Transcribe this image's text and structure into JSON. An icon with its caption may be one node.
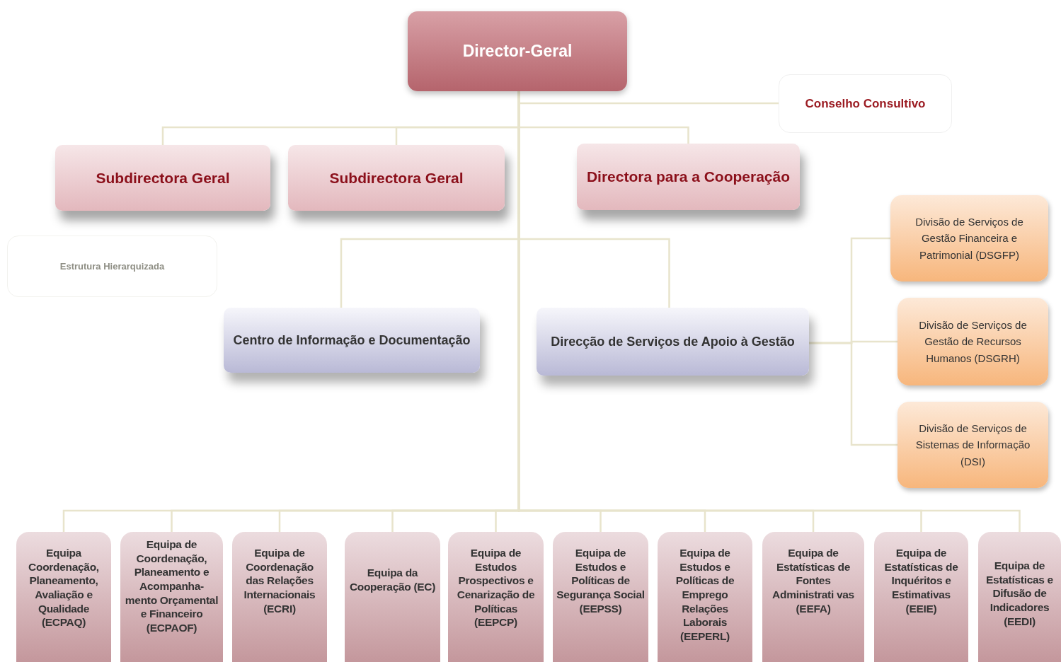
{
  "diagram": {
    "nodes": [
      {
        "text": [
          "Director-Geral"
        ]
      },
      {
        "text": [
          "Conselho Consultivo"
        ]
      },
      {
        "text": [
          "Subdirectora Geral"
        ]
      },
      {
        "text": [
          "Subdirectora Geral"
        ]
      },
      {
        "text": [
          "Directora para a Cooperação"
        ]
      },
      {
        "text": [
          "Estrutura Hierarquizada"
        ]
      },
      {
        "text": [
          "Centro de Informação e Documentação"
        ]
      },
      {
        "text": [
          "Direcção de Serviços de Apoio à Gestão"
        ]
      },
      {
        "text": [
          "Divisão de Serviços de Gestão Financeira e Patrimonial (DSGFP)"
        ]
      },
      {
        "text": [
          "Divisão de Serviços de Gestão de Recursos Humanos (DSGRH)"
        ]
      },
      {
        "text": [
          "Divisão de Serviços de Sistemas de Informação (DSI)"
        ]
      },
      {
        "text": [
          "Equipa Coordenação, Planeamento, Avaliação e Qualidade (ECPAQ)"
        ]
      },
      {
        "text": [
          "Equipa de Coordenação, Planeamento e Acompanha- mento Orçamental e Financeiro (ECPAOF)"
        ]
      },
      {
        "text": [
          "Equipa de Coordenação das Relações Internacionais (ECRI)"
        ]
      },
      {
        "text": [
          "Equipa da Cooperação (EC)"
        ]
      },
      {
        "text": [
          "Equipa de Estudos Prospectivos e Cenarização de Políticas (EEPCP)"
        ]
      },
      {
        "text": [
          "Equipa de Estudos e Políticas de Segurança Social (EEPSS)"
        ]
      },
      {
        "text": [
          "Equipa de Estudos e Políticas de Emprego Relações Laborais (EEPERL)"
        ]
      },
      {
        "text": [
          "Equipa de Estatísticas de Fontes Administrati vas (EEFA)"
        ]
      },
      {
        "text": [
          "Equipa de Estatísticas de Inquéritos e Estimativas (EEIE)"
        ]
      },
      {
        "text": [
          "Equipa de Estatísticas e Difusão de Indicadores (EEDI)"
        ]
      }
    ],
    "edges": [
      {
        "from": 0,
        "to": 1,
        "arrow": "none"
      },
      {
        "from": 0,
        "to": 2,
        "arrow": "none"
      },
      {
        "from": 0,
        "to": 3,
        "arrow": "none"
      },
      {
        "from": 0,
        "to": 4,
        "arrow": "none"
      },
      {
        "from": 0,
        "to": 6,
        "arrow": "none"
      },
      {
        "from": 0,
        "to": 7,
        "arrow": "none"
      },
      {
        "from": 7,
        "to": 8,
        "arrow": "none"
      },
      {
        "from": 7,
        "to": 9,
        "arrow": "none"
      },
      {
        "from": 7,
        "to": 10,
        "arrow": "none"
      },
      {
        "from": 0,
        "to": 11,
        "arrow": "none"
      },
      {
        "from": 0,
        "to": 12,
        "arrow": "none"
      },
      {
        "from": 0,
        "to": 13,
        "arrow": "none"
      },
      {
        "from": 0,
        "to": 14,
        "arrow": "none"
      },
      {
        "from": 0,
        "to": 15,
        "arrow": "none"
      },
      {
        "from": 0,
        "to": 16,
        "arrow": "none"
      },
      {
        "from": 0,
        "to": 17,
        "arrow": "none"
      },
      {
        "from": 0,
        "to": 18,
        "arrow": "none"
      },
      {
        "from": 0,
        "to": 19,
        "arrow": "none"
      },
      {
        "from": 0,
        "to": 20,
        "arrow": "none"
      }
    ]
  }
}
